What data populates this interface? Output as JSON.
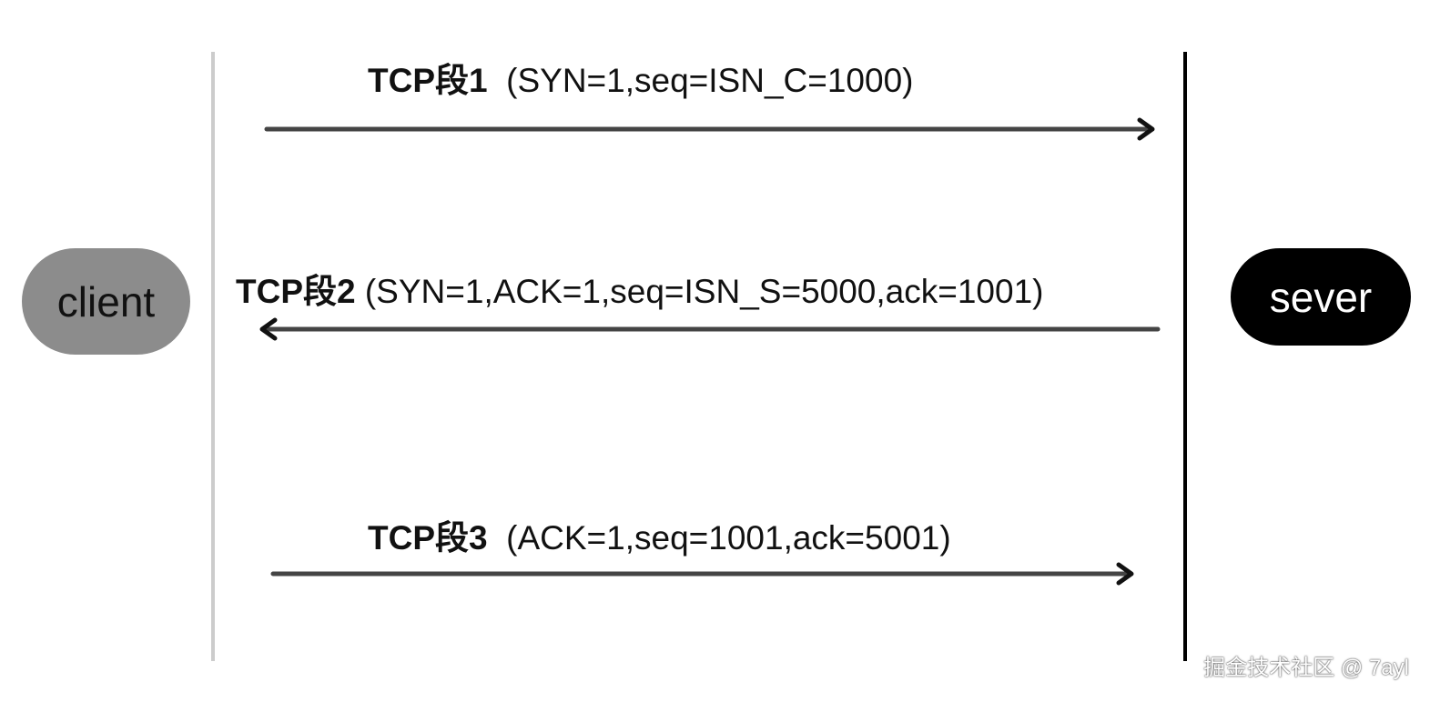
{
  "participants": {
    "client": "client",
    "server": "sever"
  },
  "messages": [
    {
      "segment": "TCP段1",
      "fields": "(SYN=1,seq=ISN_C=1000)",
      "direction": "client-to-server"
    },
    {
      "segment": "TCP段2",
      "fields": "(SYN=1,ACK=1,seq=ISN_S=5000,ack=1001)",
      "direction": "server-to-client"
    },
    {
      "segment": "TCP段3",
      "fields": "(ACK=1,seq=1001,ack=5001)",
      "direction": "client-to-server"
    }
  ],
  "watermark": "掘金技术社区 @ 7ayl",
  "colors": {
    "client_fill": "#8c8c8c",
    "server_fill": "#000000",
    "client_lifeline": "#cccccc",
    "server_lifeline": "#000000",
    "arrow": "#444444"
  }
}
